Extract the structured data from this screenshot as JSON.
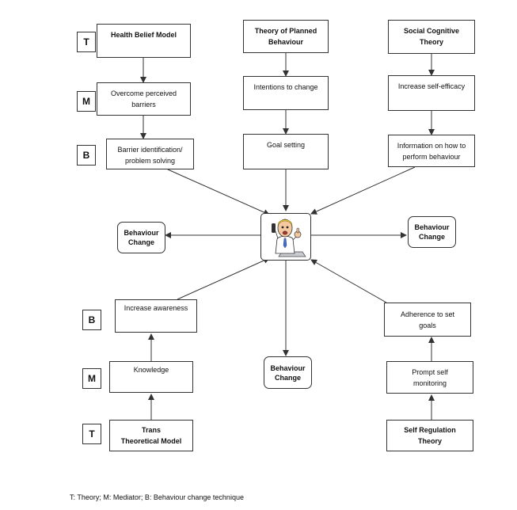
{
  "tags": {
    "theory": "T",
    "mediator": "M",
    "technique": "B"
  },
  "top_left": {
    "theory": [
      "Health Belief Model"
    ],
    "mediator": [
      "Overcome perceived",
      "barriers"
    ],
    "technique": [
      "Barrier identification/",
      "problem solving"
    ]
  },
  "top_middle": {
    "theory": [
      "Theory of Planned",
      "Behaviour"
    ],
    "mediator": [
      "Intentions to change"
    ],
    "technique": [
      "Goal setting"
    ]
  },
  "top_right": {
    "theory": [
      "Social Cognitive",
      "Theory"
    ],
    "mediator": [
      "Increase self-efficacy"
    ],
    "technique": [
      "Information on how to",
      "perform behaviour"
    ]
  },
  "bottom_left": {
    "technique": [
      "Increase awareness"
    ],
    "mediator": [
      "Knowledge"
    ],
    "theory": [
      "Trans",
      "Theoretical Model"
    ]
  },
  "bottom_right": {
    "technique": [
      "Adherence to set",
      "goals"
    ],
    "mediator": [
      "Prompt self",
      "monitoring"
    ],
    "theory": [
      "Self Regulation",
      "Theory"
    ]
  },
  "outcomes": {
    "left": [
      "Behaviour",
      "Change"
    ],
    "right": [
      "Behaviour",
      "Change"
    ],
    "bottom": [
      "Behaviour",
      "Change"
    ]
  },
  "center_icon": "cartoon-person-on-phone-icon",
  "footnote": "T: Theory; M: Mediator; B: Behaviour change technique"
}
